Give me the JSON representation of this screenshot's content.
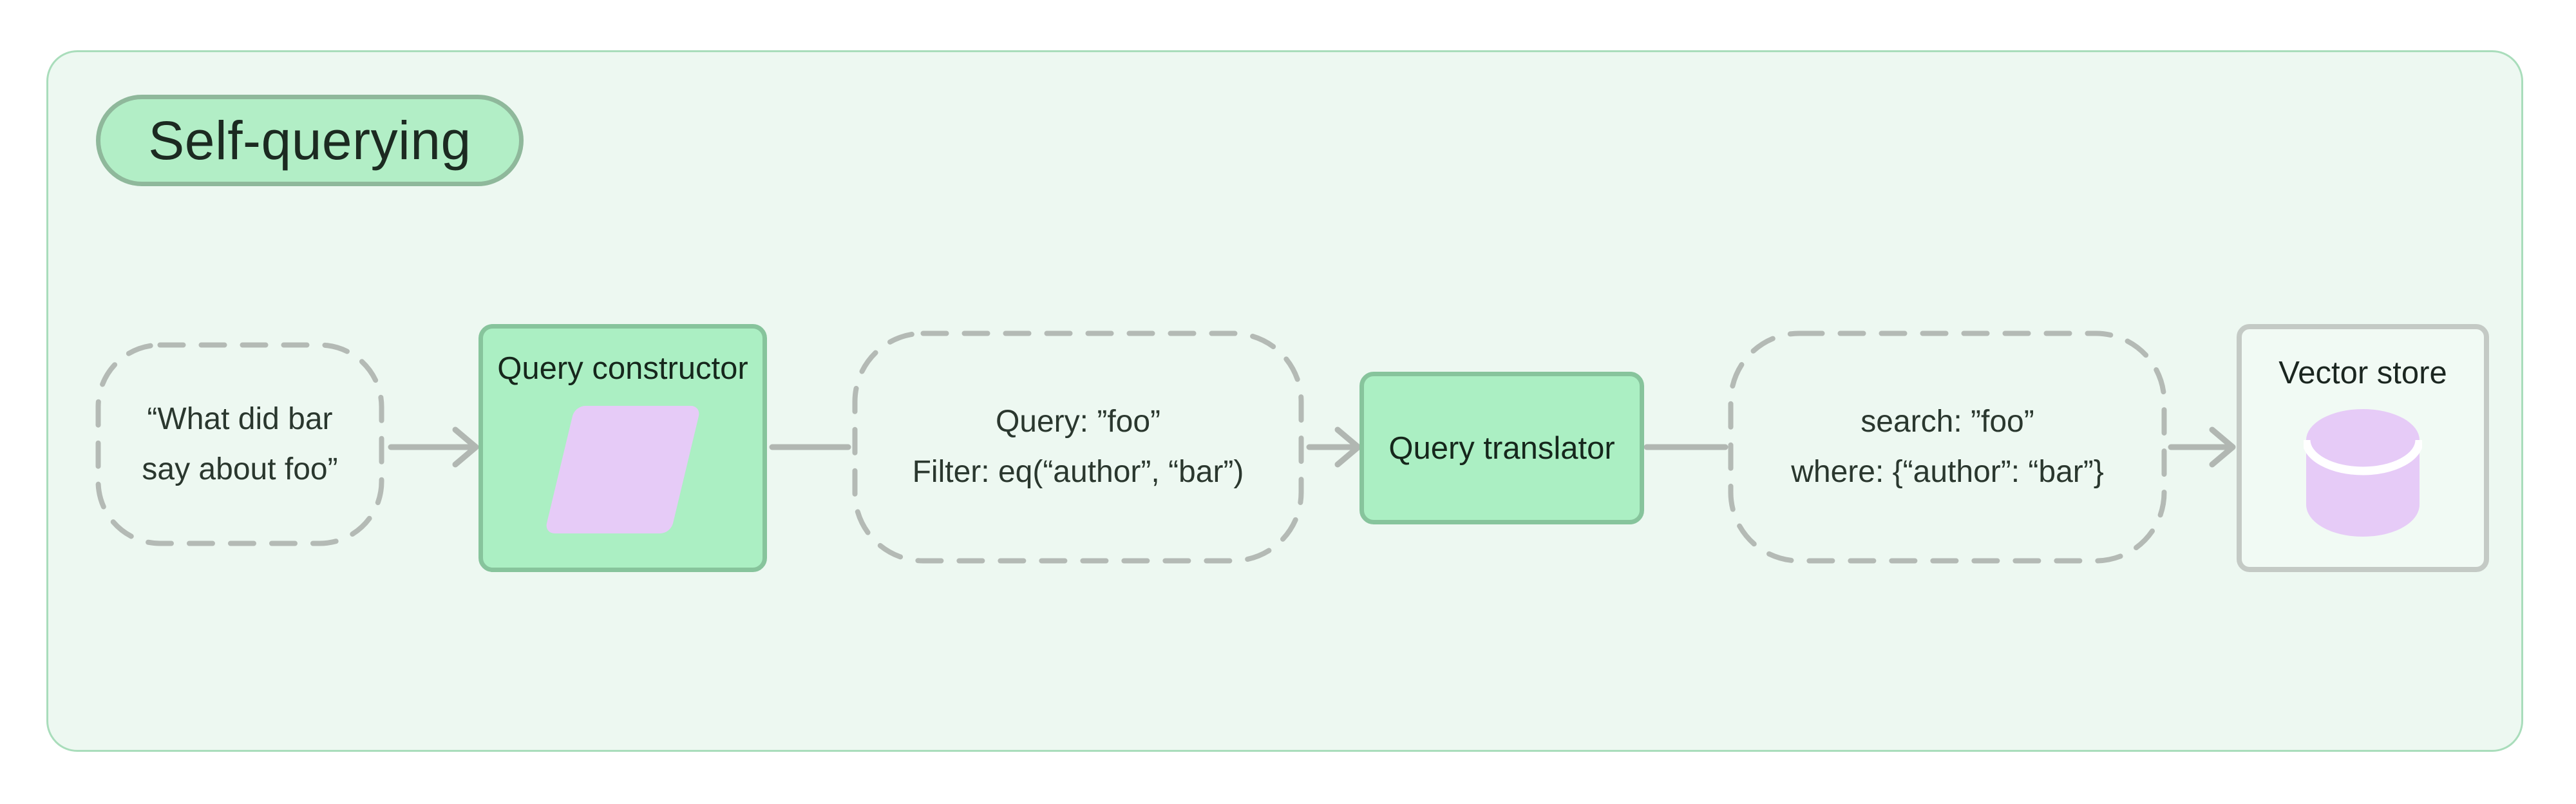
{
  "badge": {
    "label": "Self-querying"
  },
  "diagram": {
    "nodes": [
      {
        "id": "user-query",
        "type": "dashed",
        "lines": [
          "“What did bar",
          "say about foo”"
        ]
      },
      {
        "id": "query-constructor",
        "type": "green-box",
        "label": "Query constructor",
        "icon": "parallelogram-icon"
      },
      {
        "id": "constructed-query",
        "type": "dashed",
        "lines": [
          "Query: ”foo”",
          "Filter: eq(“author”, “bar”)"
        ]
      },
      {
        "id": "query-translator",
        "type": "green-box",
        "label": "Query translator"
      },
      {
        "id": "translated-query",
        "type": "dashed",
        "lines": [
          "search: ”foo”",
          "where: {“author”: “bar”}"
        ]
      },
      {
        "id": "vector-store",
        "type": "outlined-box",
        "label": "Vector store",
        "icon": "database-icon"
      }
    ]
  },
  "colors": {
    "canvas_fill": "#edf8f1",
    "canvas_border": "#a9ddbb",
    "badge_fill": "#b2eec6",
    "badge_border": "#8fb89b",
    "box_fill": "#abefc3",
    "box_border": "#87c49c",
    "lavender": "#e6cbf7",
    "dash_gray": "#b4bab5",
    "line_gray": "#b1b7b2",
    "store_border": "#c4cac5",
    "text_dark": "#1f2d24"
  }
}
